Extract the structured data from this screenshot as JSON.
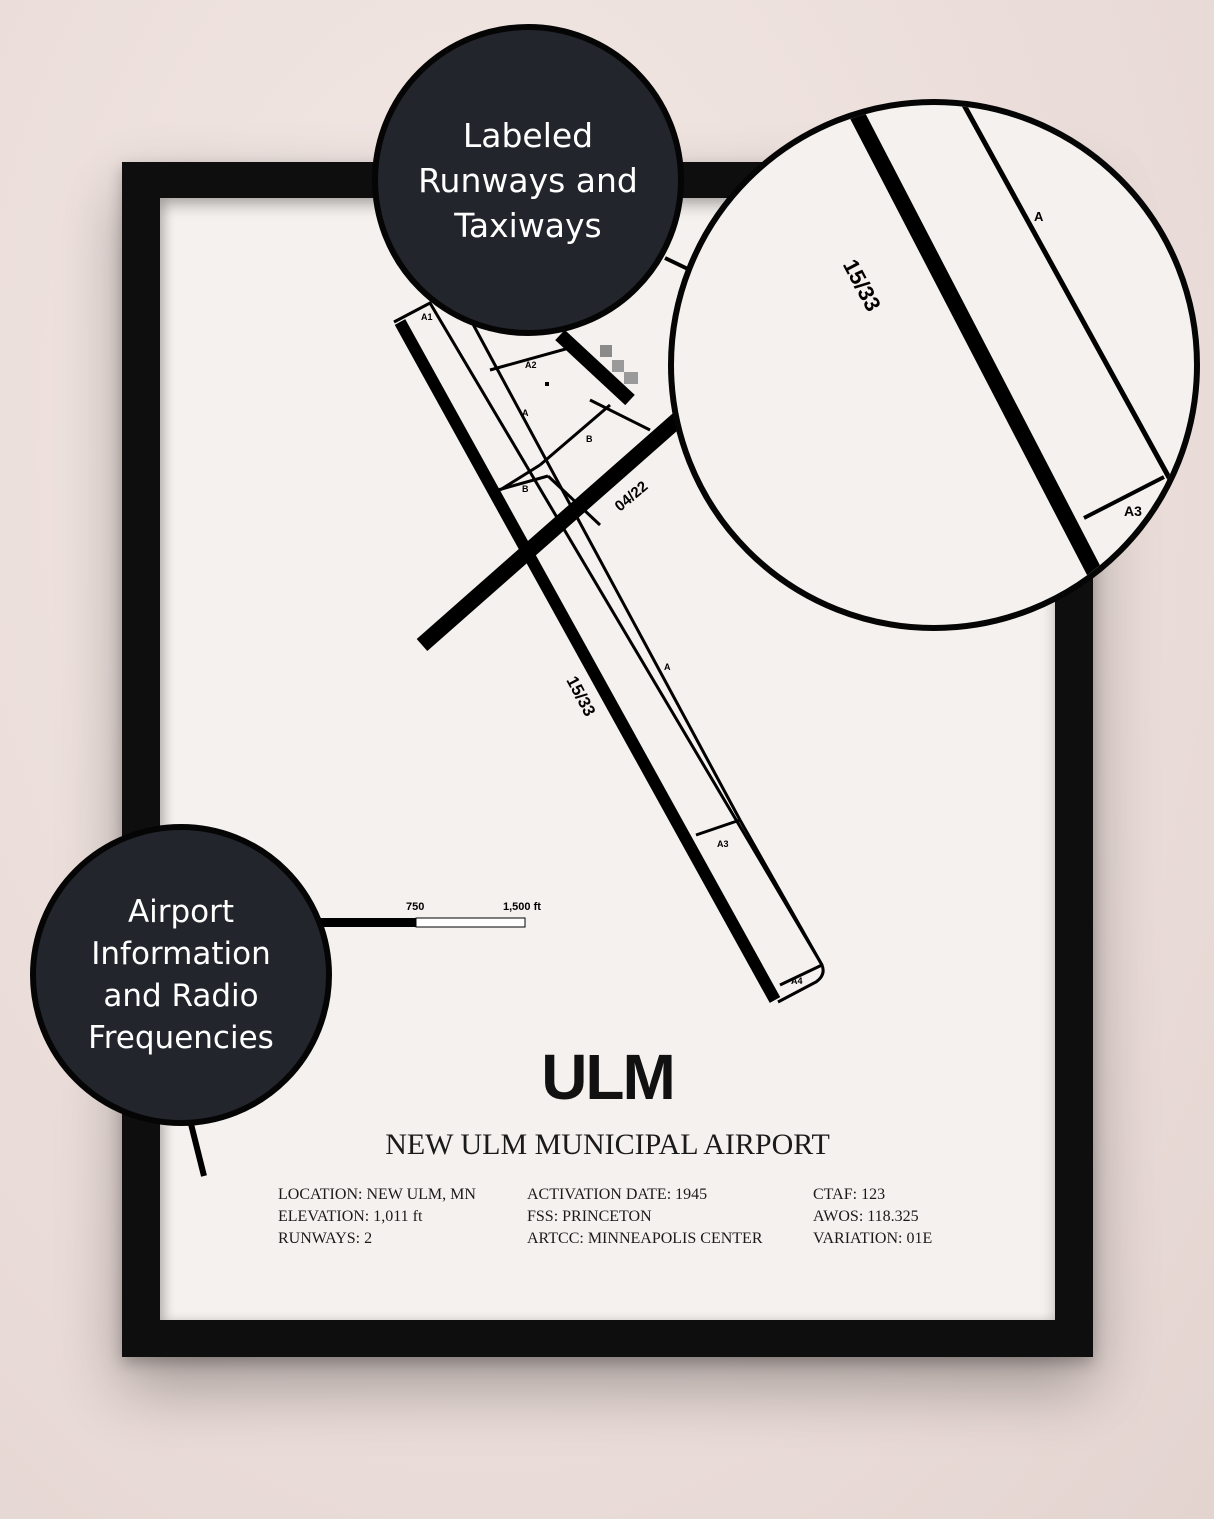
{
  "callouts": {
    "top": [
      "Labeled",
      "Runways and",
      "Taxiways"
    ],
    "left": [
      "Airport",
      "Information",
      "and Radio",
      "Frequencies"
    ]
  },
  "map": {
    "runways": [
      "15/33",
      "04/22"
    ],
    "taxiways": [
      "A1",
      "A2",
      "A",
      "B",
      "B",
      "A",
      "A3",
      "A4"
    ],
    "scale": [
      "750",
      "1,500 ft"
    ]
  },
  "zoom": {
    "runway": "15/33",
    "taxiway": "A",
    "connector": "A3"
  },
  "poster": {
    "code": "ULM",
    "name": "NEW ULM MUNICIPAL AIRPORT",
    "info_col1": [
      "LOCATION: NEW ULM, MN",
      "ELEVATION: 1,011 ft",
      "RUNWAYS: 2"
    ],
    "info_col2": [
      "ACTIVATION DATE: 1945",
      "FSS: PRINCETON",
      "ARTCC: MINNEAPOLIS CENTER"
    ],
    "info_col3": [
      "CTAF: 123",
      "AWOS: 118.325",
      "VARIATION: 01E"
    ]
  }
}
